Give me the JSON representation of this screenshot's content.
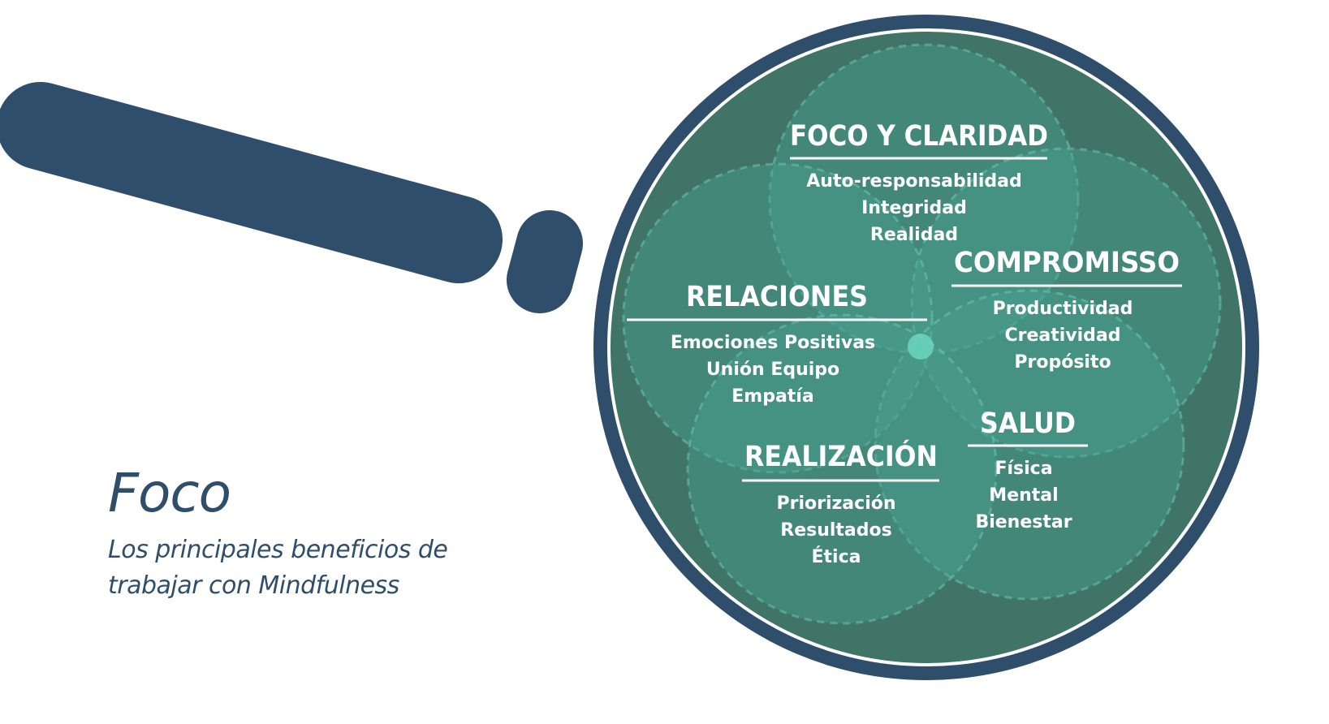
{
  "caption": {
    "title": "Foco",
    "subtitle_line1": "Los principales beneficios de",
    "subtitle_line2": "trabajar con Mindfulness"
  },
  "diagram": {
    "groups": [
      {
        "title": "FOCO Y CLARIDAD",
        "items": [
          "Auto-responsabilidad",
          "Integridad",
          "Realidad"
        ]
      },
      {
        "title": "COMPROMISSO",
        "items": [
          "Productividad",
          "Creatividad",
          "Propósito"
        ]
      },
      {
        "title": "RELACIONES",
        "items": [
          "Emociones Positivas",
          "Unión Equipo",
          "Empatía"
        ]
      },
      {
        "title": "SALUD",
        "items": [
          "Física",
          "Mental",
          "Bienestar"
        ]
      },
      {
        "title": "REALIZACIÓN",
        "items": [
          "Priorización",
          "Resultados",
          "Ética"
        ]
      }
    ]
  },
  "colors": {
    "navy": "#2f4e6c",
    "ring_fill": "#3f7466",
    "petal_fill": "#4aa392",
    "text": "#ffffff"
  }
}
